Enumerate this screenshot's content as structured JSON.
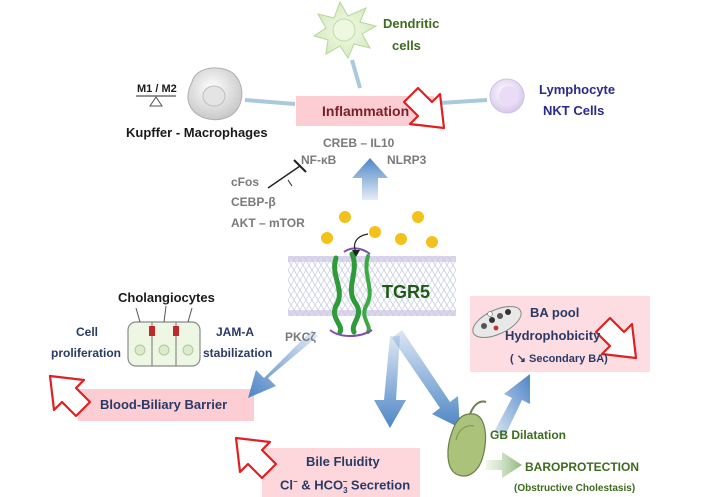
{
  "labels": {
    "dendritic_1": "Dendritic",
    "dendritic_2": "cells",
    "m1m2": "M1 / M2",
    "kupffer": "Kupffer - Macrophages",
    "inflammation": "Inflammation",
    "lymphocyte": "Lymphocyte",
    "nkt": "NKT Cells",
    "creb": "CREB – IL10",
    "nfkb": "NF-κB",
    "nlrp3": "NLRP3",
    "cfos": "cFos",
    "cebp": "CEBP-β",
    "akt": "AKT – mTOR",
    "tgr5": "TGR5",
    "cholangiocytes": "Cholangiocytes",
    "cell": "Cell",
    "proliferation": "proliferation",
    "jama_1": "JAM-A",
    "jama_2": "stabilization",
    "pkcz": "PKCζ",
    "ba_pool": "BA pool",
    "hydrophobicity": "Hydrophobicity",
    "secondary_ba": "( ↘ Secondary BA)",
    "blood_biliary": "Blood-Biliary Barrier",
    "gb_dilatation": "GB Dilatation",
    "bile_fluidity": "Bile Fluidity",
    "secretion_pre": "Cl",
    "secretion_mid": " & HCO",
    "secretion_post": " Secretion",
    "superscript_minus": "−",
    "subscript_3": "3",
    "baroprotection": "BAROPROTECTION",
    "obstructive": "(Obstructive Cholestasis)"
  },
  "colors": {
    "red_arrow": "#e02020",
    "blue_arrow": "#4f86c6",
    "green_text": "#3d6b1f",
    "purple_text": "#2a2a8c",
    "pink_band": "#fbc4cb",
    "ligand": "#f2c21b",
    "membrane": "#b9b3d6",
    "receptor": "#2e9a3a"
  }
}
